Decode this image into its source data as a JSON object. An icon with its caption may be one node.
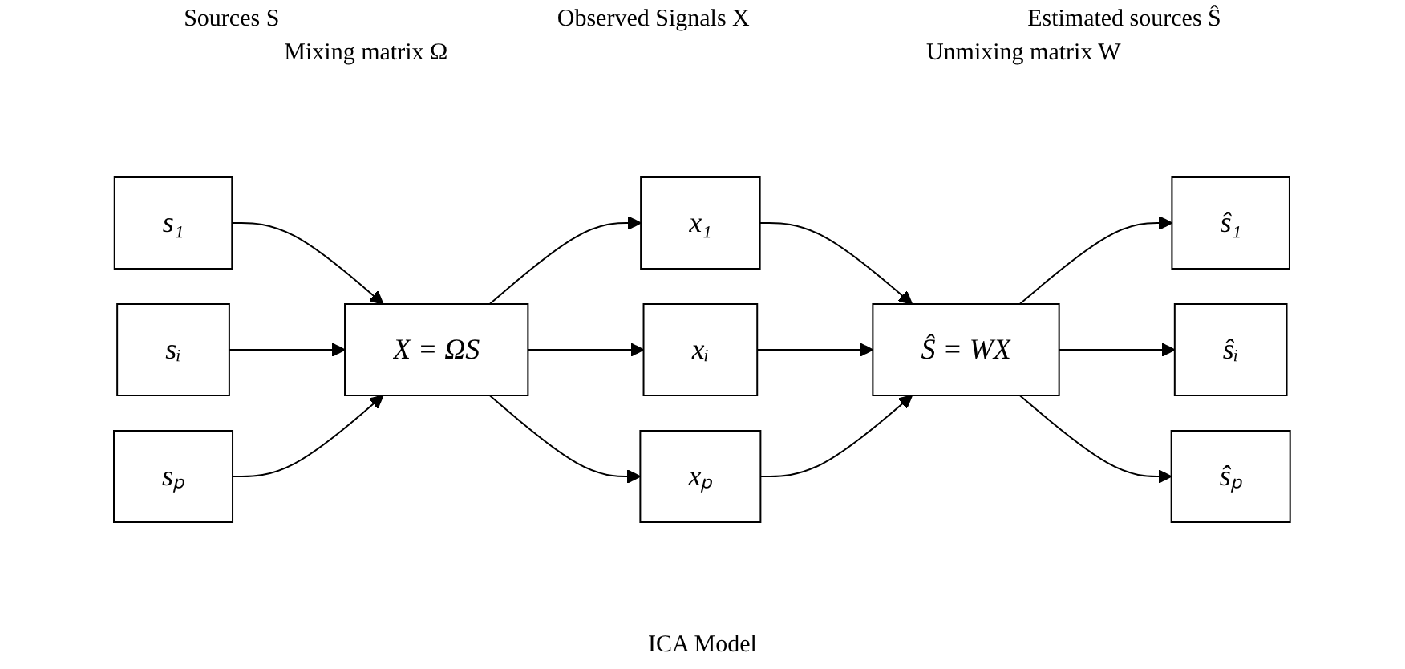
{
  "diagram": {
    "caption": "ICA Model",
    "nodes": [
      {
        "text": [
          "s₁"
        ]
      },
      {
        "text": [
          "sᵢ"
        ]
      },
      {
        "text": [
          "sₚ"
        ]
      },
      {
        "text": [
          "X = ΩS"
        ]
      },
      {
        "text": [
          "x₁"
        ]
      },
      {
        "text": [
          "xᵢ"
        ]
      },
      {
        "text": [
          "xₚ"
        ]
      },
      {
        "text": [
          "Ŝ = WX"
        ]
      },
      {
        "text": [
          "ŝ₁"
        ]
      },
      {
        "text": [
          "ŝᵢ"
        ]
      },
      {
        "text": [
          "ŝₚ"
        ]
      }
    ],
    "edges": [
      {
        "from": 0,
        "to": 3,
        "arrow": "to"
      },
      {
        "from": 1,
        "to": 3,
        "arrow": "to"
      },
      {
        "from": 2,
        "to": 3,
        "arrow": "to"
      },
      {
        "from": 3,
        "to": 4,
        "arrow": "to"
      },
      {
        "from": 3,
        "to": 5,
        "arrow": "to"
      },
      {
        "from": 3,
        "to": 6,
        "arrow": "to"
      },
      {
        "from": 4,
        "to": 7,
        "arrow": "to"
      },
      {
        "from": 5,
        "to": 7,
        "arrow": "to"
      },
      {
        "from": 6,
        "to": 7,
        "arrow": "to"
      },
      {
        "from": 7,
        "to": 8,
        "arrow": "to"
      },
      {
        "from": 7,
        "to": 9,
        "arrow": "to"
      },
      {
        "from": 7,
        "to": 10,
        "arrow": "to"
      }
    ],
    "labels": [
      "Sources S",
      "Observed Signals X",
      "Estimated sources Ŝ",
      "Mixing matrix Ω",
      "Unmixing matrix W"
    ]
  }
}
